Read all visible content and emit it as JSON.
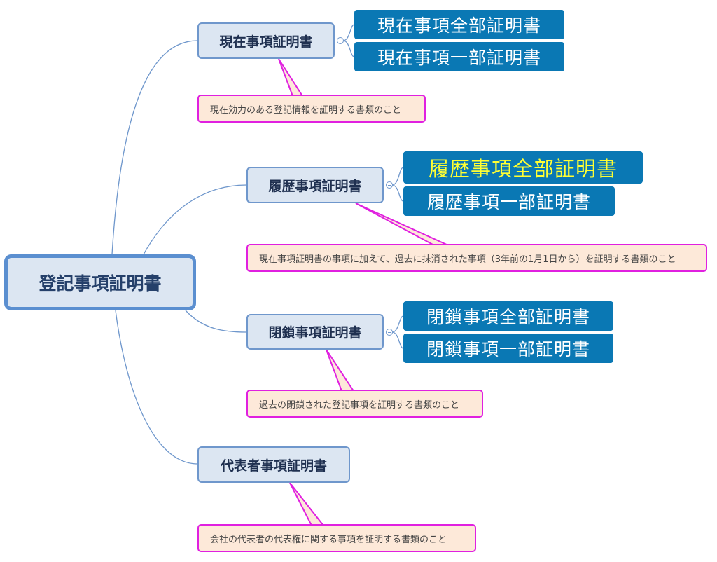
{
  "root": {
    "label": "登記事項証明書"
  },
  "branches": [
    {
      "label": "現在事項証明書",
      "children": [
        "現在事項全部証明書",
        "現在事項一部証明書"
      ],
      "note": "現在効力のある登記情報を証明する書類のこと"
    },
    {
      "label": "履歴事項証明書",
      "children": [
        "履歴事項全部証明書",
        "履歴事項一部証明書"
      ],
      "note": "現在事項証明書の事項に加えて、過去に抹消された事項（3年前の1月1日から）を証明する書類のこと"
    },
    {
      "label": "閉鎖事項証明書",
      "children": [
        "閉鎖事項全部証明書",
        "閉鎖事項一部証明書"
      ],
      "note": "過去の閉鎖された登記事項を証明する書類のこと"
    },
    {
      "label": "代表者事項証明書",
      "children": [],
      "note": "会社の代表者の代表権に関する事項を証明する書類のこと"
    }
  ],
  "colors": {
    "node_fill": "#dce6f2",
    "node_border": "#6f97cc",
    "leaf_fill": "#0a78b4",
    "highlight_text": "#ffff33",
    "note_fill": "#fde9d9",
    "note_border": "#e020e0"
  }
}
